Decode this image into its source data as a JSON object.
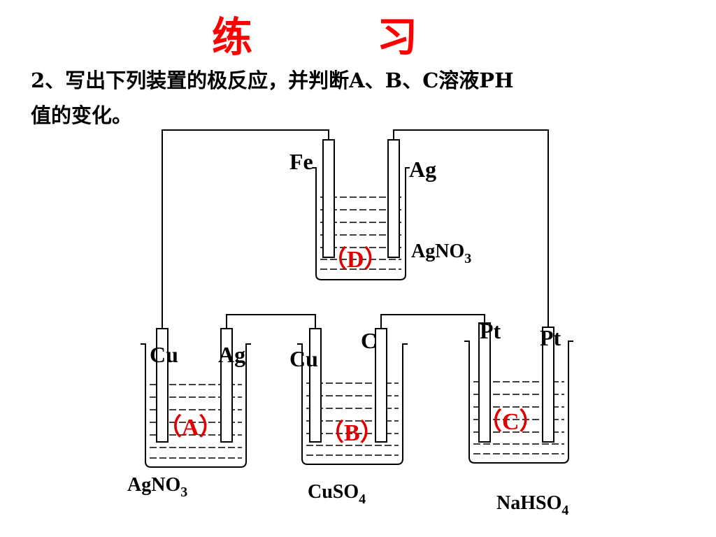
{
  "title": "练　习",
  "question": {
    "line1": "2、写出下列装置的极反应，并判断A、B、C溶液PH",
    "line2": "值的变化。"
  },
  "cells": {
    "D": {
      "tag": "（D）",
      "left_electrode": "Fe",
      "right_electrode": "Ag",
      "solution": "AgNO",
      "solution_sub": "3"
    },
    "A": {
      "tag": "（A）",
      "left_electrode": "Cu",
      "right_electrode": "Ag",
      "solution": "AgNO",
      "solution_sub": "3"
    },
    "B": {
      "tag": "（B）",
      "left_electrode": "Cu",
      "right_electrode": "C",
      "solution": "CuSO",
      "solution_sub": "4"
    },
    "C": {
      "tag": "（C）",
      "left_electrode": "Pt",
      "right_electrode": "Pt",
      "solution": "NaHSO",
      "solution_sub": "4"
    }
  },
  "colors": {
    "title": "#ff0000",
    "tag": "#e00000",
    "line": "#000000"
  }
}
